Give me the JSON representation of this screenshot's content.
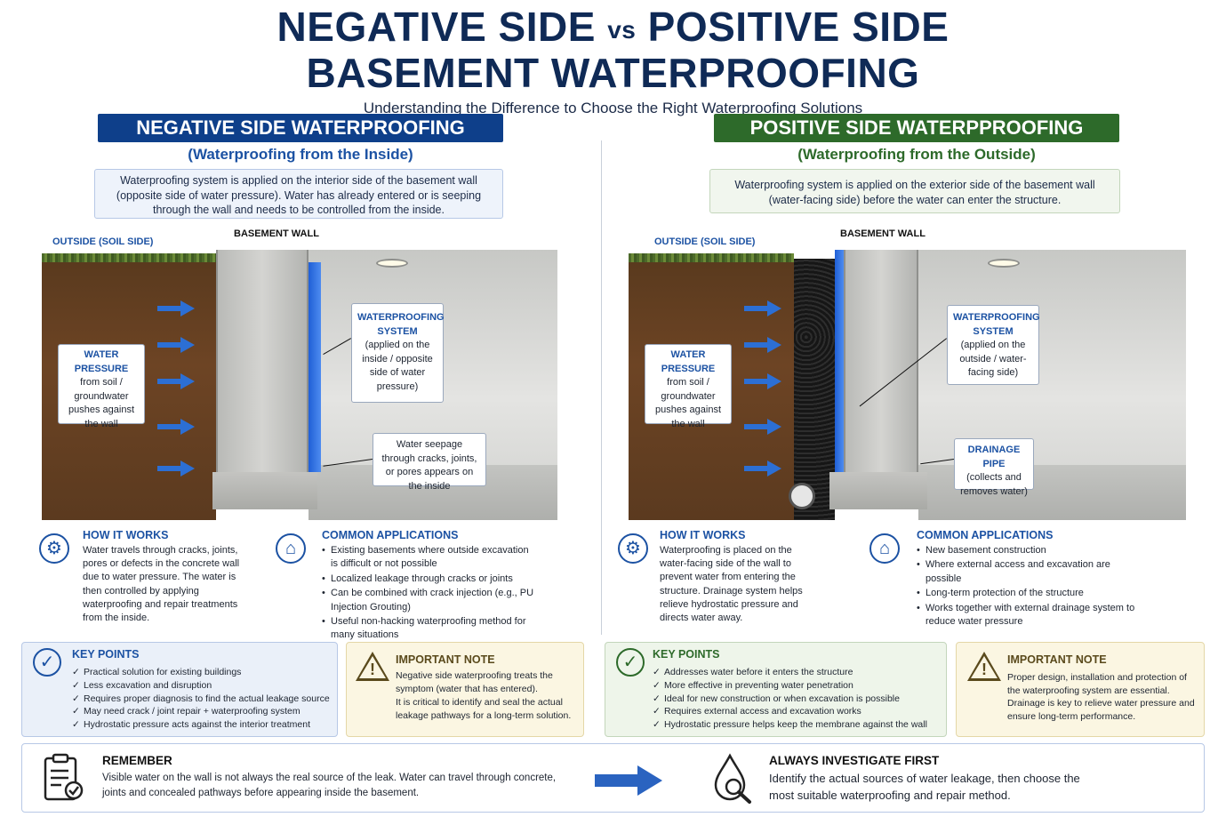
{
  "title": {
    "line1_a": "NEGATIVE SIDE",
    "line1_vs": "vs",
    "line1_b": "POSITIVE SIDE",
    "line2": "BASEMENT WATERPROOFING",
    "subtitle": "Understanding the Difference to Choose the Right Waterproofing Solutions"
  },
  "colors": {
    "negative": "#0e3f8a",
    "positive": "#2d6a2a",
    "water_blue": "#2c6fd4",
    "note_bg": "#fbf6e2"
  },
  "negative": {
    "banner": "NEGATIVE SIDE WATERPROOFING",
    "banner_sub": "(Waterproofing from the Inside)",
    "intro": "Waterproofing system is applied on the interior side of the basement wall (opposite side of water pressure). Water has already entered or is seeping through the wall and needs to be controlled from the inside.",
    "outside_label": "OUTSIDE (SOIL SIDE)",
    "wall_label": "BASEMENT WALL",
    "callout_pressure": {
      "head": "WATER PRESSURE",
      "body": "from soil / groundwater pushes against the wall"
    },
    "callout_system": {
      "head": "WATERPROOFING SYSTEM",
      "body": "(applied on the inside / opposite side of water pressure)"
    },
    "callout_seepage": {
      "body": "Water seepage through cracks, joints, or pores appears on the inside"
    },
    "how_title": "HOW IT WORKS",
    "how_text": "Water travels through cracks, joints, pores or defects in the concrete wall due to water pressure. The water is then controlled by applying waterproofing and repair treatments from the inside.",
    "apps_title": "COMMON APPLICATIONS",
    "apps": [
      "Existing basements where outside excavation is difficult or not possible",
      "Localized leakage through cracks or joints",
      "Can be combined with crack injection (e.g., PU Injection Grouting)",
      "Useful non-hacking waterproofing method for many situations"
    ],
    "kp_title": "KEY POINTS",
    "kp": [
      "Practical solution for existing buildings",
      "Less excavation and disruption",
      "Requires proper diagnosis to find the actual leakage source",
      "May need crack / joint repair + waterproofing system",
      "Hydrostatic pressure acts against the interior treatment"
    ],
    "note_title": "IMPORTANT NOTE",
    "note_p1": "Negative side waterproofing treats the symptom (water that has entered).",
    "note_p2": "It is critical to identify and seal the actual leakage pathways for a long-term solution."
  },
  "positive": {
    "banner": "POSITIVE SIDE WATERPPROOFING",
    "banner_sub": "(Waterproofing from the Outside)",
    "intro": "Waterproofing system is applied on the exterior side of the basement wall (water-facing side) before the water can enter the structure.",
    "outside_label": "OUTSIDE (SOIL SIDE)",
    "wall_label": "BASEMENT WALL",
    "callout_pressure": {
      "head": "WATER PRESSURE",
      "body": "from soil / groundwater pushes against the wall"
    },
    "callout_system": {
      "head": "WATERPROOFING SYSTEM",
      "body": "(applied on the outside / water-facing side)"
    },
    "callout_drain": {
      "head": "DRAINAGE PIPE",
      "body": "(collects and removes water)"
    },
    "how_title": "HOW IT WORKS",
    "how_text": "Waterproofing is placed on the water-facing side of the wall to prevent water from entering the structure. Drainage system helps relieve hydrostatic pressure and directs water away.",
    "apps_title": "COMMON APPLICATIONS",
    "apps": [
      "New basement construction",
      "Where external access and excavation are possible",
      "Long-term protection of the structure",
      "Works together with external drainage system to reduce water pressure"
    ],
    "kp_title": "KEY POINTS",
    "kp": [
      "Addresses water before it enters the structure",
      "More effective in preventing water penetration",
      "Ideal for new construction or when excavation is possible",
      "Requires external access and excavation works",
      "Hydrostatic pressure helps keep the membrane against the wall"
    ],
    "note_title": "IMPORTANT NOTE",
    "note_p1": "Proper design, installation and protection of the waterproofing system are essential. Drainage is key to relieve water pressure and ensure long-term performance."
  },
  "remember": {
    "title": "REMEMBER",
    "text": "Visible water on the wall is not always the real source of the leak. Water can travel through concrete, joints and concealed pathways before appearing inside the basement.",
    "title2": "ALWAYS INVESTIGATE FIRST",
    "text2": "Identify the actual sources of water leakage, then choose the most suitable waterproofing and repair method."
  },
  "icons": {
    "how": "gear-icon",
    "apps": "house-icon",
    "kp": "check-circle-icon",
    "note": "warning-triangle-icon",
    "remember": "clipboard-check-icon",
    "arrow": "arrow-right-icon",
    "investigate": "water-drop-magnifier-icon"
  }
}
